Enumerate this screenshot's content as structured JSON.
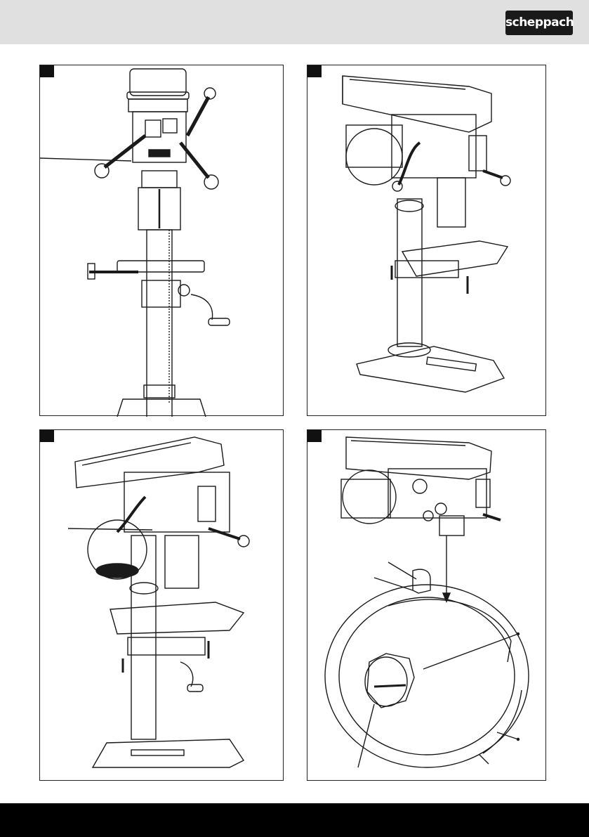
{
  "brand": {
    "logo_text": "scheppach"
  },
  "figures": [
    {
      "id": "fig-1",
      "number": ""
    },
    {
      "id": "fig-2",
      "number": ""
    },
    {
      "id": "fig-3",
      "number": ""
    },
    {
      "id": "fig-4",
      "number": ""
    }
  ],
  "colors": {
    "header_band": "#e0e0e0",
    "footer_band": "#000000",
    "line": "#1a1a1a",
    "logo_bg": "#1a1a1a"
  }
}
